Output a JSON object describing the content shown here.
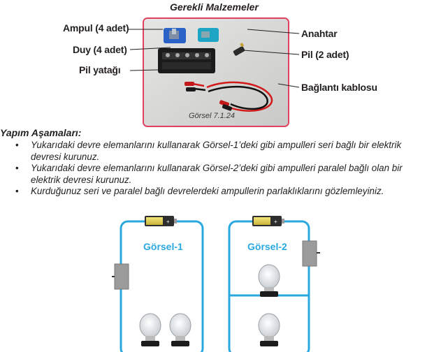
{
  "header": {
    "title": "Gerekli Malzemeler"
  },
  "photo": {
    "caption": "Görsel 7.1.24"
  },
  "labels": {
    "ampul": "Ampul (4 adet)",
    "duy": "Duy (4 adet)",
    "pil_yatagi": "Pil yatağı",
    "anahtar": "Anahtar",
    "pil": "Pil (2 adet)",
    "kablo": "Bağlantı kablosu"
  },
  "steps": {
    "title": "Yapım Aşamaları:",
    "bullet": "•",
    "items": [
      "Yukarıdaki devre elemanlarını kullanarak Görsel-1’deki gibi ampulleri seri bağlı bir elektrik devresi kurunuz.",
      "Yukarıdaki devre elemanlarını kullanarak Görsel-2’deki gibi ampulleri paralel bağlı olan bir elektrik devresi kurunuz.",
      "Kurduğunuz seri ve paralel bağlı devrelerdeki ampullerin parlaklıklarını gözlemleyiniz."
    ]
  },
  "circuits": {
    "gorsel1": "Görsel-1",
    "gorsel2": "Görsel-2"
  },
  "colors": {
    "wire": "#29a8df",
    "frame": "#e2405e"
  }
}
